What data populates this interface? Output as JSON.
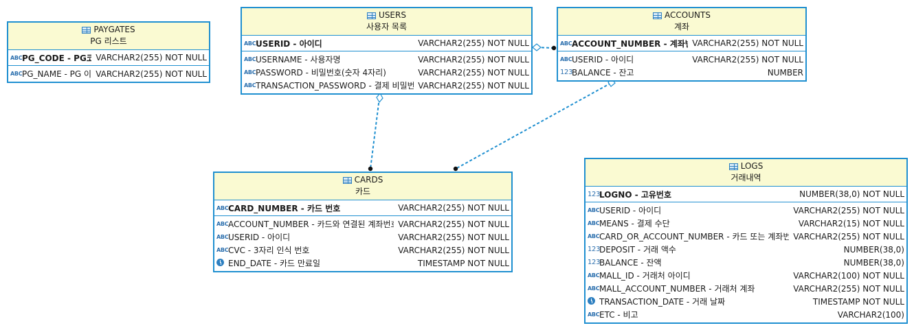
{
  "entities": {
    "paygates": {
      "name": "PAYGATES",
      "comment": "PG 리스트",
      "pk": [
        {
          "icon": "abc",
          "name": "PG_CODE - PG코드",
          "type": "VARCHAR2(255) NOT NULL"
        }
      ],
      "cols": [
        {
          "icon": "abc",
          "name": "PG_NAME - PG 이름",
          "type": "VARCHAR2(255) NOT NULL"
        }
      ]
    },
    "users": {
      "name": "USERS",
      "comment": "사용자 목록",
      "pk": [
        {
          "icon": "abc",
          "name": "USERID - 아이디",
          "type": "VARCHAR2(255) NOT NULL"
        }
      ],
      "cols": [
        {
          "icon": "abc",
          "name": "USERNAME - 사용자명",
          "type": "VARCHAR2(255) NOT NULL"
        },
        {
          "icon": "abc",
          "name": "PASSWORD - 비밀번호(숫자 4자리)",
          "type": "VARCHAR2(255) NOT NULL"
        },
        {
          "icon": "abc",
          "name": "TRANSACTION_PASSWORD - 결제 비밀번호",
          "type": "VARCHAR2(255) NOT NULL"
        }
      ]
    },
    "accounts": {
      "name": "ACCOUNTS",
      "comment": "계좌",
      "pk": [
        {
          "icon": "abc",
          "name": "ACCOUNT_NUMBER - 계좌번호",
          "type": "VARCHAR2(255) NOT NULL"
        }
      ],
      "cols": [
        {
          "icon": "abc",
          "name": "USERID - 아이디",
          "type": "VARCHAR2(255) NOT NULL"
        },
        {
          "icon": "123",
          "name": "BALANCE - 잔고",
          "type": "NUMBER"
        }
      ]
    },
    "cards": {
      "name": "CARDS",
      "comment": "카드",
      "pk": [
        {
          "icon": "abc",
          "name": "CARD_NUMBER - 카드 번호",
          "type": "VARCHAR2(255) NOT NULL"
        }
      ],
      "cols": [
        {
          "icon": "abc",
          "name": "ACCOUNT_NUMBER - 카드와 연결된 계좌번호",
          "type": "VARCHAR2(255) NOT NULL"
        },
        {
          "icon": "abc",
          "name": "USERID - 아이디",
          "type": "VARCHAR2(255) NOT NULL"
        },
        {
          "icon": "abc",
          "name": "CVC - 3자리 인식 번호",
          "type": "VARCHAR2(255) NOT NULL"
        },
        {
          "icon": "clock",
          "name": "END_DATE - 카드 만료일",
          "type": "TIMESTAMP NOT NULL"
        }
      ]
    },
    "logs": {
      "name": "LOGS",
      "comment": "거래내역",
      "pk": [
        {
          "icon": "123",
          "name": "LOGNO - 고유번호",
          "type": "NUMBER(38,0) NOT NULL"
        }
      ],
      "cols": [
        {
          "icon": "abc",
          "name": "USERID - 아이디",
          "type": "VARCHAR2(255) NOT NULL"
        },
        {
          "icon": "abc",
          "name": "MEANS - 결제 수단",
          "type": "VARCHAR2(15) NOT NULL"
        },
        {
          "icon": "abc",
          "name": "CARD_OR_ACCOUNT_NUMBER - 카드 또는 계좌번호",
          "type": "VARCHAR2(255) NOT NULL"
        },
        {
          "icon": "123",
          "name": "DEPOSIT - 거래 액수",
          "type": "NUMBER(38,0)"
        },
        {
          "icon": "123",
          "name": "BALANCE - 잔액",
          "type": "NUMBER(38,0)"
        },
        {
          "icon": "abc",
          "name": "MALL_ID - 거래처 아이디",
          "type": "VARCHAR2(100) NOT NULL"
        },
        {
          "icon": "abc",
          "name": "MALL_ACCOUNT_NUMBER - 거래처 계좌",
          "type": "VARCHAR2(255) NOT NULL"
        },
        {
          "icon": "clock",
          "name": "TRANSACTION_DATE - 거래 날짜",
          "type": "TIMESTAMP NOT NULL"
        },
        {
          "icon": "abc",
          "name": "ETC - 비고",
          "type": "VARCHAR2(100)"
        }
      ]
    }
  },
  "icon_labels": {
    "abc": "ABC",
    "123": "123"
  },
  "colors": {
    "border": "#1e8fd0",
    "header_bg": "#fafad2",
    "link": "#1e8fd0"
  },
  "relationships": [
    {
      "from": "cards",
      "to": "users"
    },
    {
      "from": "cards",
      "to": "accounts"
    },
    {
      "from": "accounts",
      "to": "users"
    }
  ]
}
